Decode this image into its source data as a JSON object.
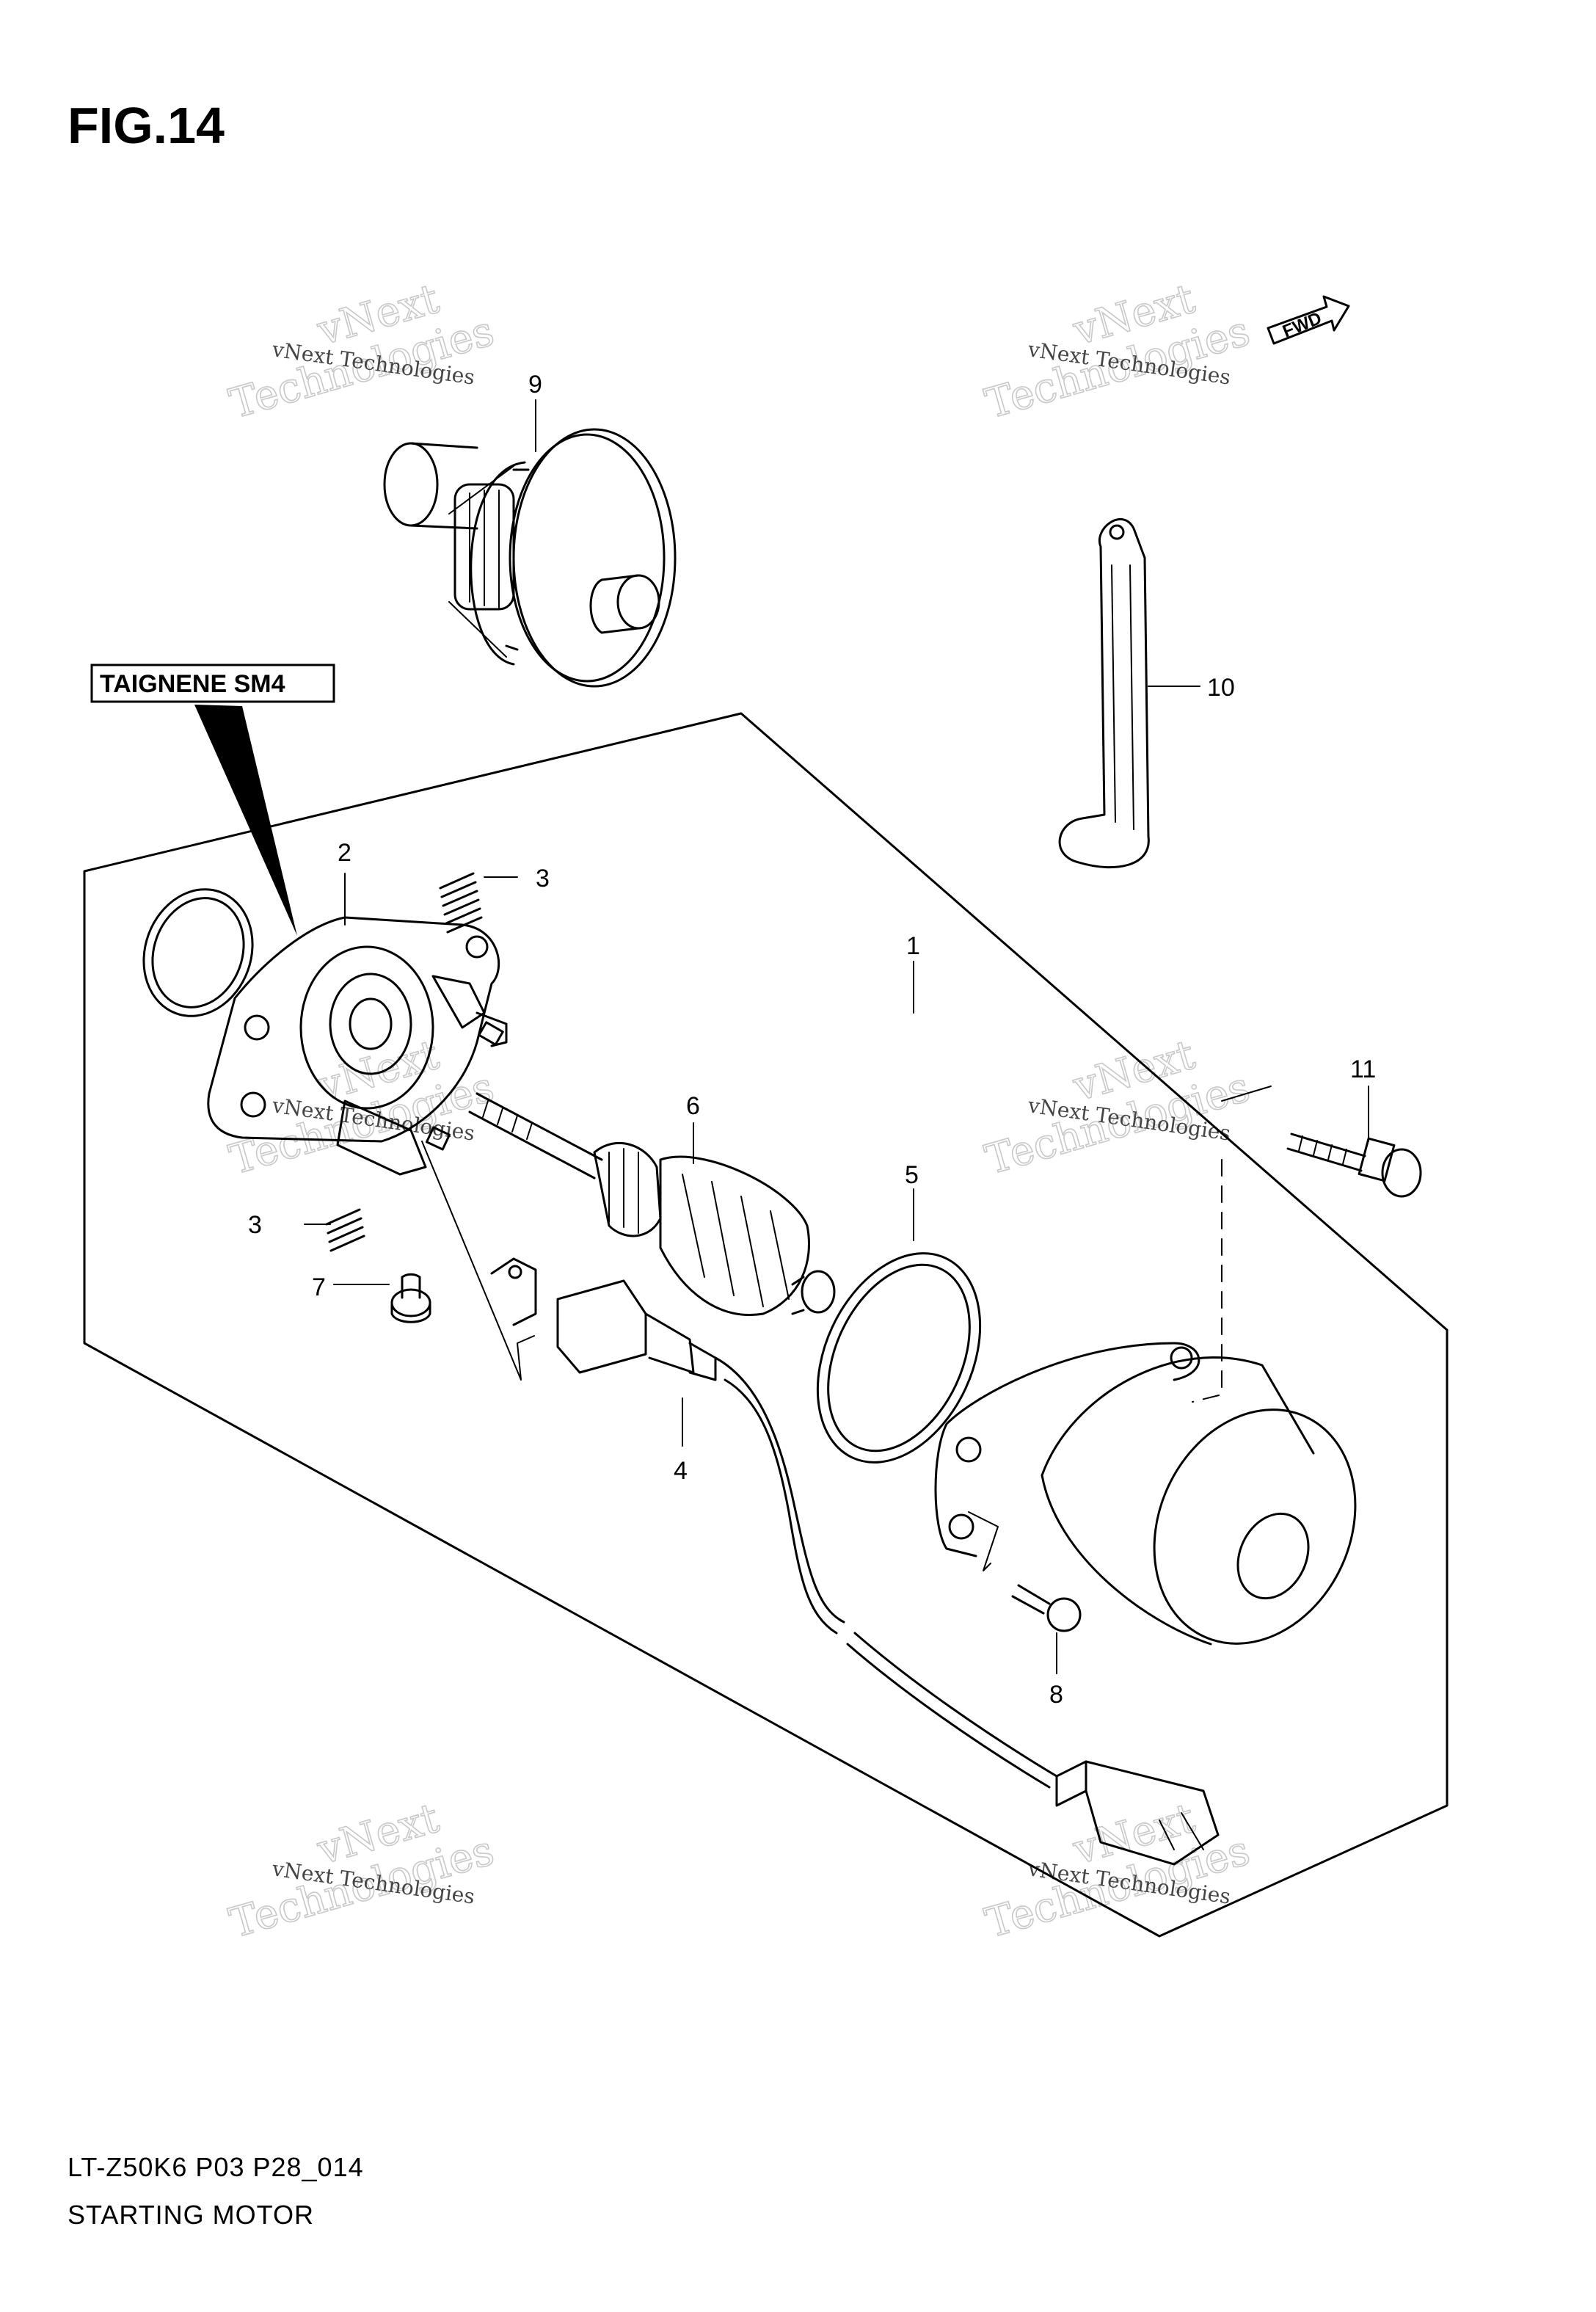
{
  "figure": {
    "title": "FIG.14",
    "model_code": "LT-Z50K6 P03 P28_014",
    "name": "STARTING MOTOR"
  },
  "note_box": {
    "label": "TAIGNENE SM4"
  },
  "direction_badge": {
    "label": "FWD"
  },
  "callouts": [
    {
      "id": "1",
      "label": "1"
    },
    {
      "id": "2",
      "label": "2"
    },
    {
      "id": "3a",
      "label": "3"
    },
    {
      "id": "3b",
      "label": "3"
    },
    {
      "id": "4",
      "label": "4"
    },
    {
      "id": "5",
      "label": "5"
    },
    {
      "id": "6",
      "label": "6"
    },
    {
      "id": "7",
      "label": "7"
    },
    {
      "id": "8",
      "label": "8"
    },
    {
      "id": "9",
      "label": "9"
    },
    {
      "id": "10",
      "label": "10"
    },
    {
      "id": "11",
      "label": "11"
    }
  ],
  "watermark": {
    "line1": "vNext Technologies",
    "line2": "vNext",
    "line3": "Technologies"
  }
}
